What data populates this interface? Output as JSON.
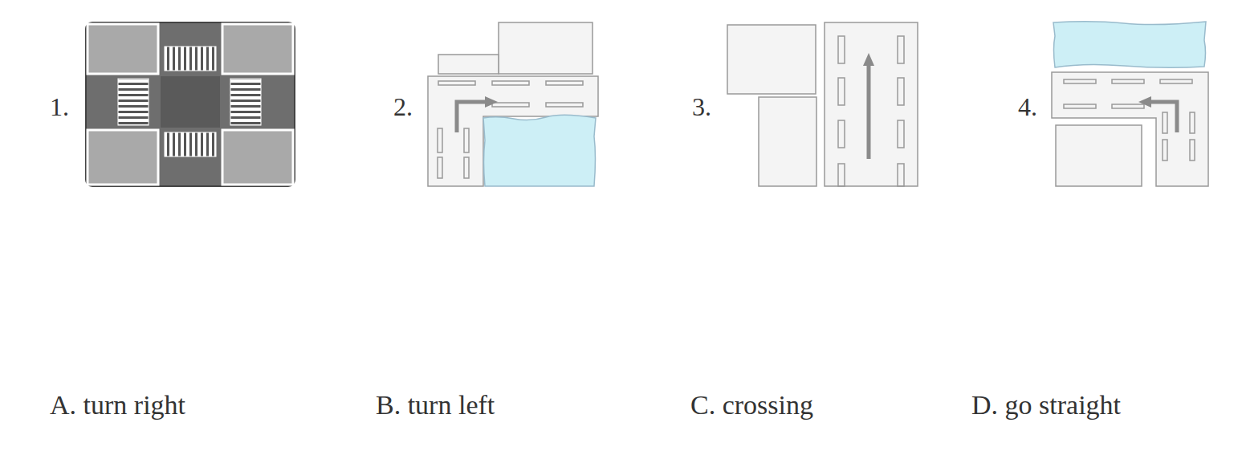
{
  "diagram": {
    "labels": [
      "1.",
      "2.",
      "3.",
      "4.",
      "A. turn right",
      "B. turn left",
      "C. crossing",
      "D. go straight"
    ]
  }
}
